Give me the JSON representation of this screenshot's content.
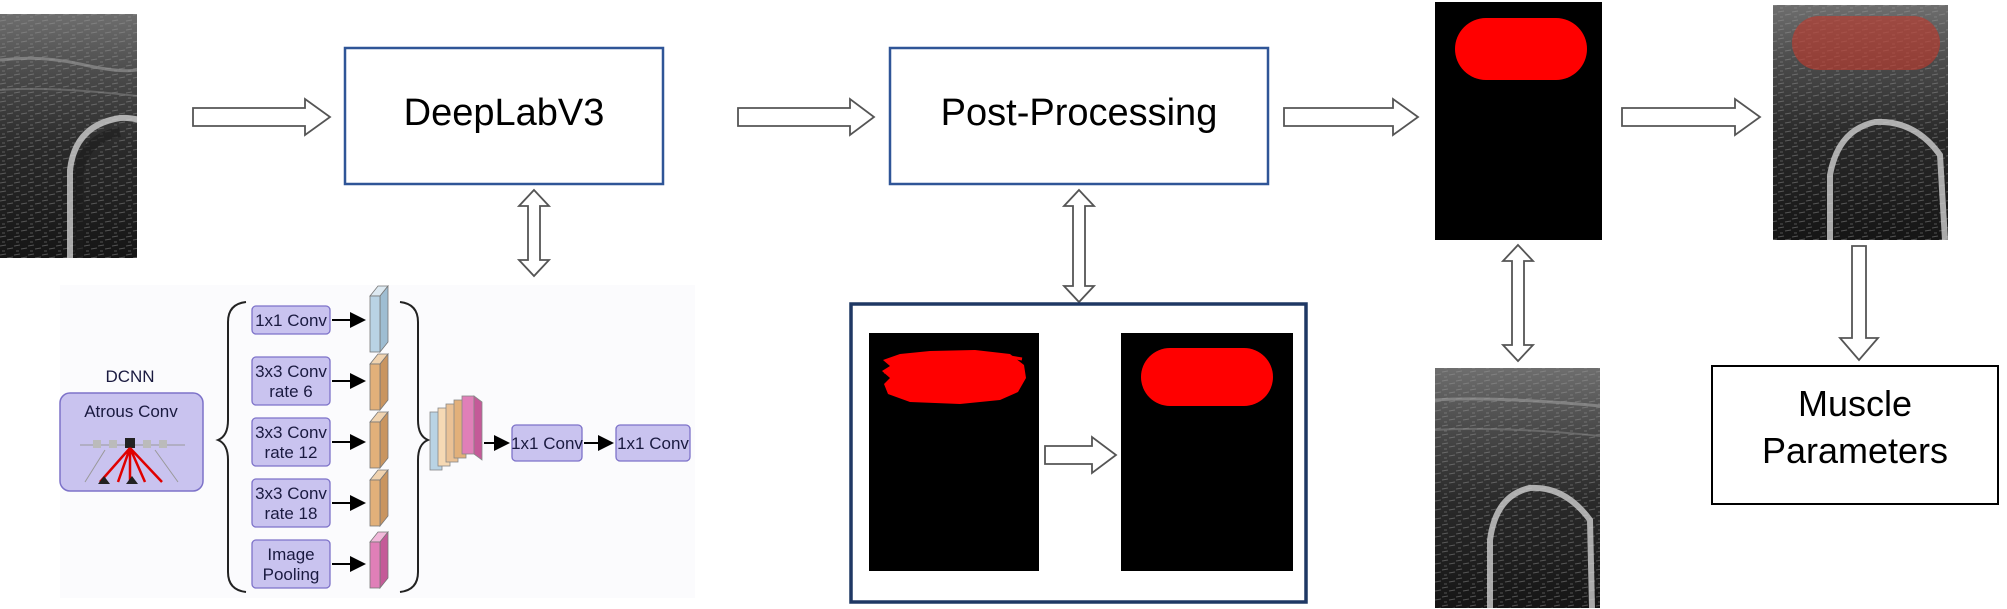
{
  "pipeline": {
    "model_box": {
      "label": "DeepLabV3"
    },
    "post_box": {
      "label": "Post-Processing"
    },
    "output_box": {
      "line1": "Muscle",
      "line2": "Parameters"
    }
  },
  "architecture": {
    "dcnn_label": "DCNN",
    "atrous_label": "Atrous Conv",
    "branches": [
      {
        "line1": "1x1 Conv",
        "line2": ""
      },
      {
        "line1": "3x3 Conv",
        "line2": "rate 6"
      },
      {
        "line1": "3x3 Conv",
        "line2": "rate 12"
      },
      {
        "line1": "3x3 Conv",
        "line2": "rate 18"
      },
      {
        "line1": "Image",
        "line2": "Pooling"
      }
    ],
    "post_conv_1": "1x1 Conv",
    "post_conv_2": "1x1 Conv"
  },
  "colors": {
    "box_border": "#2f5597",
    "inset_border": "#1f3864",
    "mask_red": "#ff0000",
    "overlay_red": "#c0392b",
    "branch_fill": "#c9c3ef",
    "branch_border": "#7d72c9",
    "feature_blue": "#b9d3e4",
    "feature_tan": "#e2b07a",
    "feature_pink": "#e07fb8"
  }
}
